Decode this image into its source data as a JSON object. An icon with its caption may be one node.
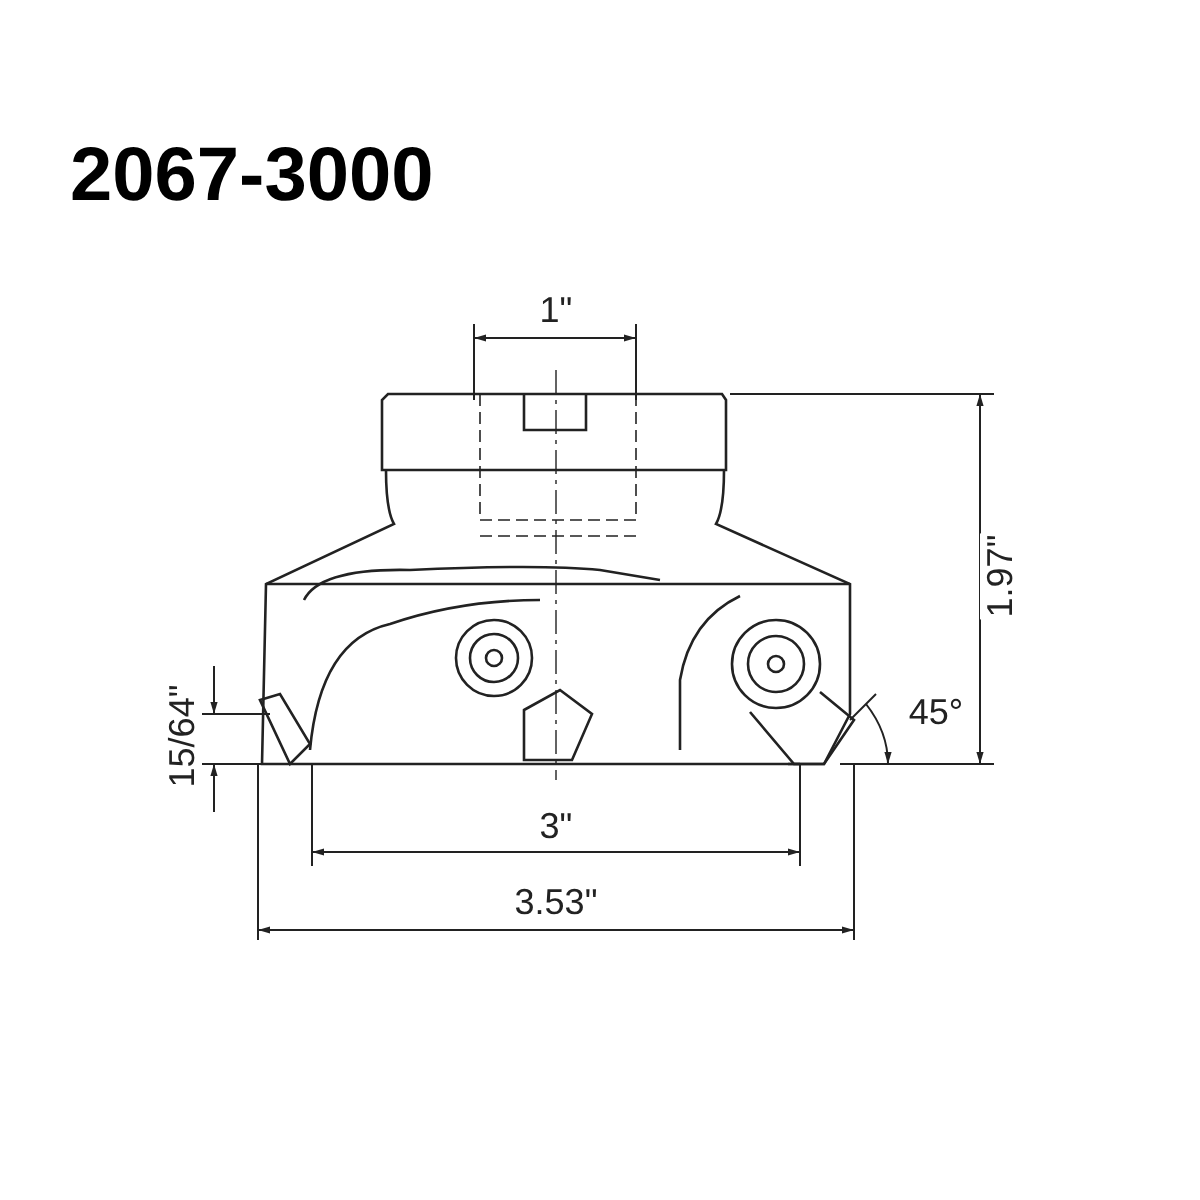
{
  "diagram": {
    "title": "2067-3000",
    "labels": [
      "1\"",
      "1.97\"",
      "15/64\"",
      "45°",
      "3\"",
      "3.53\""
    ]
  }
}
